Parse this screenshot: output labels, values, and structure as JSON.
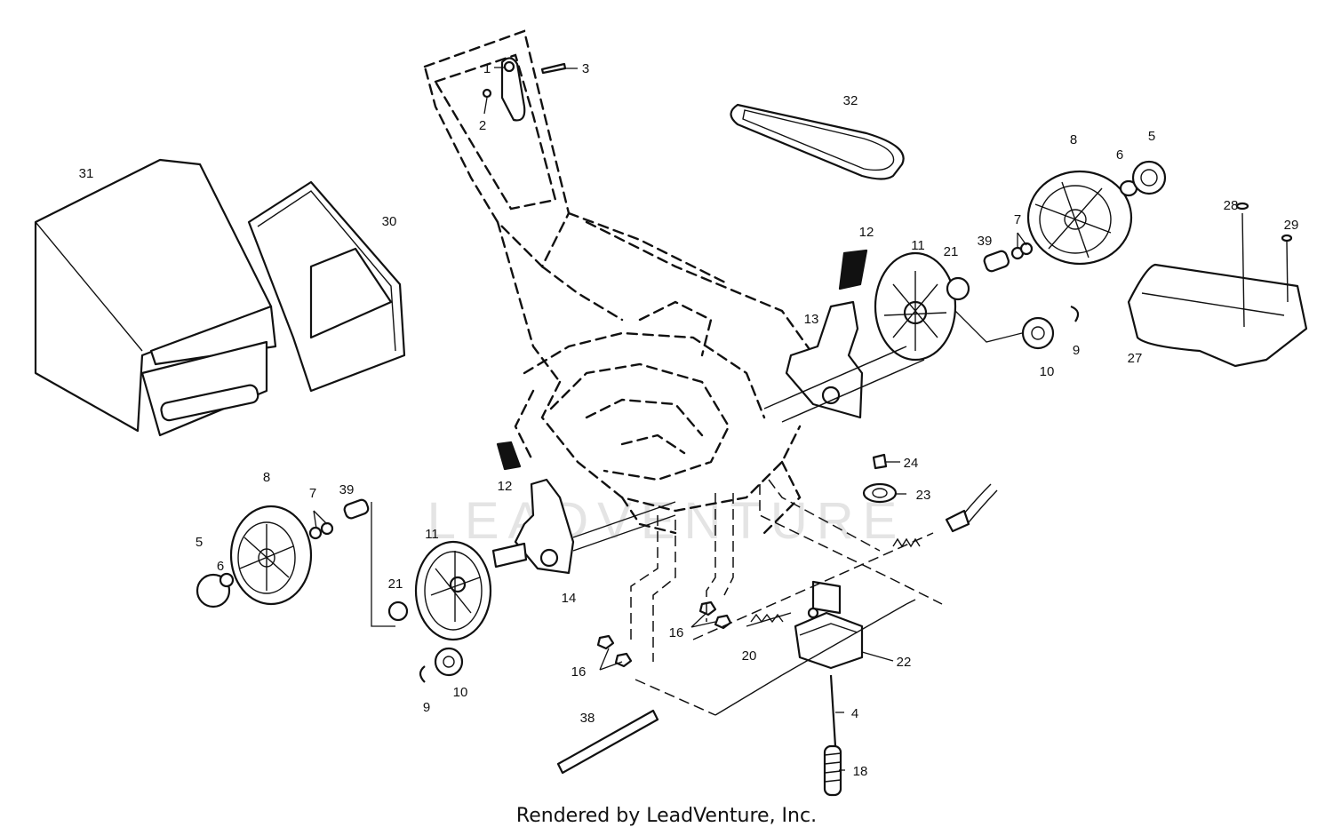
{
  "footer": "Rendered by LeadVenture, Inc.",
  "watermark": "LEADVENTURE",
  "labels": {
    "l1": "1",
    "l2": "2",
    "l3": "3",
    "l4": "4",
    "l5a": "5",
    "l5b": "5",
    "l6a": "6",
    "l6b": "6",
    "l7a": "7",
    "l7b": "7",
    "l8a": "8",
    "l8b": "8",
    "l9a": "9",
    "l9b": "9",
    "l10a": "10",
    "l10b": "10",
    "l11a": "11",
    "l11b": "11",
    "l12a": "12",
    "l12b": "12",
    "l13": "13",
    "l14": "14",
    "l16a": "16",
    "l16b": "16",
    "l18": "18",
    "l20": "20",
    "l21a": "21",
    "l21b": "21",
    "l22": "22",
    "l23": "23",
    "l24": "24",
    "l27": "27",
    "l28": "28",
    "l29": "29",
    "l30": "30",
    "l31": "31",
    "l32": "32",
    "l38": "38",
    "l39a": "39",
    "l39b": "39"
  }
}
